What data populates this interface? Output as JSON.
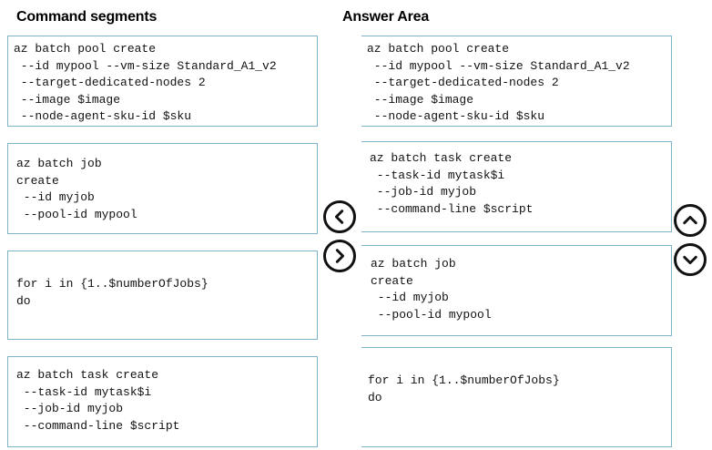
{
  "headings": {
    "left": "Command segments",
    "right": "Answer Area"
  },
  "segments": [
    {
      "lines": [
        "az batch pool create",
        " --id mypool --vm-size Standard_A1_v2",
        " --target-dedicated-nodes 2",
        " --image $image",
        " --node-agent-sku-id $sku"
      ]
    },
    {
      "lines": [
        "az batch job",
        "create",
        " --id myjob",
        " --pool-id mypool"
      ]
    },
    {
      "lines": [
        "for i in {1..$numberOfJobs}",
        "do"
      ]
    },
    {
      "lines": [
        "az batch task create",
        " --task-id mytask$i",
        " --job-id myjob",
        " --command-line $script"
      ]
    }
  ],
  "answers": [
    {
      "lines": [
        "az batch pool create",
        " --id mypool --vm-size Standard_A1_v2",
        " --target-dedicated-nodes 2",
        " --image $image",
        " --node-agent-sku-id $sku"
      ]
    },
    {
      "lines": [
        "az batch task create",
        " --task-id mytask$i",
        " --job-id myjob",
        " --command-line $script"
      ]
    },
    {
      "lines": [
        "az batch job",
        "create",
        " --id myjob",
        " --pool-id mypool"
      ]
    },
    {
      "lines": [
        "for i in {1..$numberOfJobs}",
        "do"
      ]
    }
  ],
  "controls": {
    "move_left_icon": "chevron-left-icon",
    "move_right_icon": "chevron-right-icon",
    "move_up_icon": "chevron-up-icon",
    "move_down_icon": "chevron-down-icon"
  }
}
